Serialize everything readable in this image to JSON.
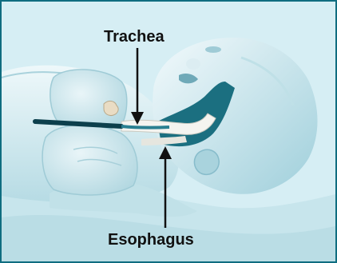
{
  "labels": {
    "trachea": "Trachea",
    "esophagus": "Esophagus"
  },
  "colors": {
    "frame_border": "#0f6d80",
    "background": "#d6eef4",
    "skin_light": "#e8f4f7",
    "skin_mid": "#b9dde6",
    "skin_shadow": "#8fc3d0",
    "airway_dark": "#1b6f80",
    "tube": "#0c3f4c",
    "arrow": "#111111"
  },
  "icons": [
    "infant-illustration",
    "lungs-illustration",
    "feeding-tube-illustration",
    "trachea-arrow-icon",
    "esophagus-arrow-icon"
  ]
}
